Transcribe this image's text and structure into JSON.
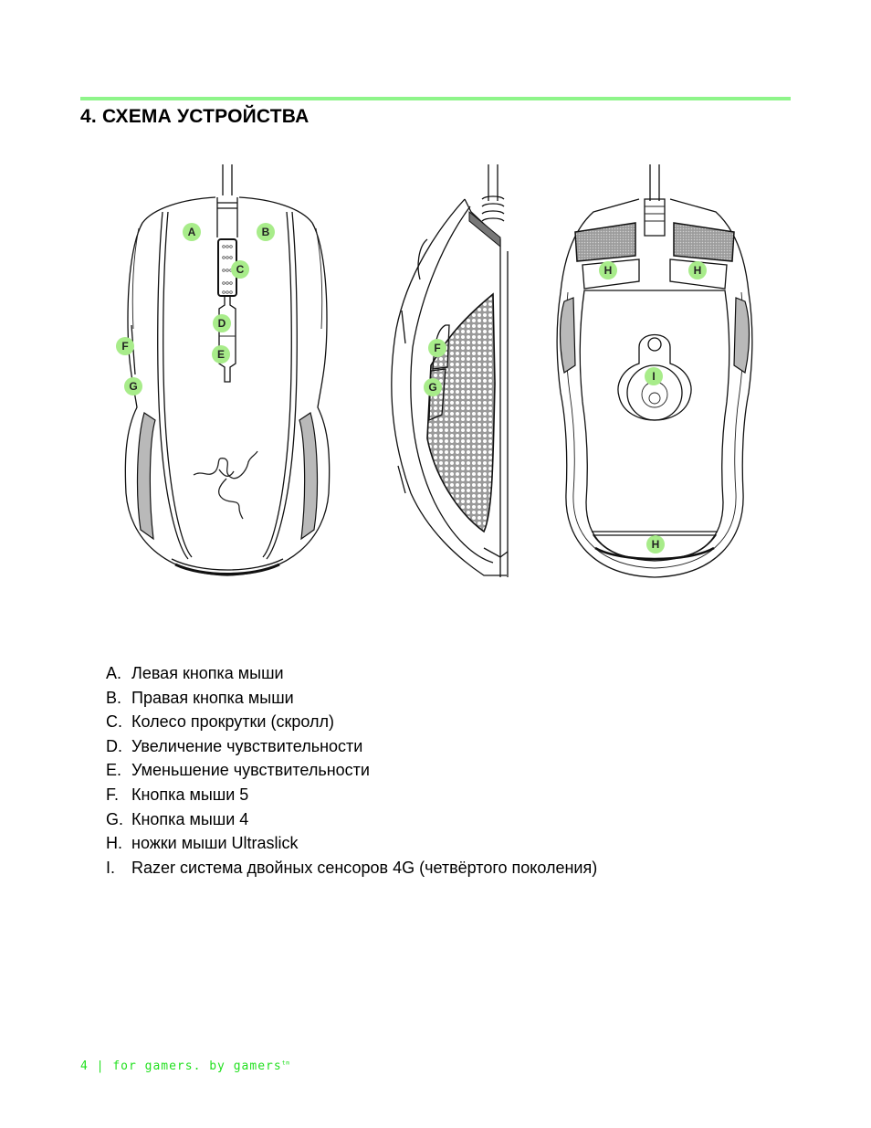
{
  "page": {
    "section_title": "4. СХЕМА УСТРОЙСТВА",
    "accent_color": "#8ef58a",
    "footer": {
      "page_number": "4",
      "separator": "|",
      "tagline": "for gamers. by gamers",
      "trademark": "TM",
      "color": "#22e01f"
    }
  },
  "diagram": {
    "views": [
      "top-view",
      "side-view",
      "bottom-view"
    ],
    "labels": {
      "top": [
        "A",
        "B",
        "C",
        "D",
        "E",
        "F",
        "G"
      ],
      "side": [
        "F",
        "G"
      ],
      "bottom": [
        "H",
        "H",
        "I",
        "H"
      ]
    },
    "label_color": "#a8ec8a"
  },
  "legend": [
    {
      "key": "A.",
      "text": "Левая кнопка мыши"
    },
    {
      "key": "B.",
      "text": "Правая кнопка мыши"
    },
    {
      "key": "C.",
      "text": "Колесо прокрутки (скролл)"
    },
    {
      "key": "D.",
      "text": "Увеличение чувствительности"
    },
    {
      "key": "E.",
      "text": "Уменьшение чувствительности"
    },
    {
      "key": "F.",
      "text": "Кнопка мыши 5"
    },
    {
      "key": "G.",
      "text": "Кнопка мыши 4"
    },
    {
      "key": "H.",
      "text": "ножки мыши Ultraslick"
    },
    {
      "key": "I.",
      "text": "Razer система двойных сенсоров 4G (четвёртого поколения)"
    }
  ]
}
